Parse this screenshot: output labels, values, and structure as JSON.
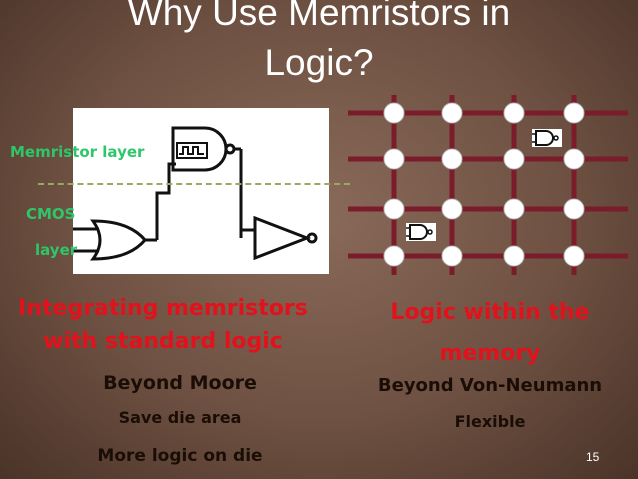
{
  "slide": {
    "title_line1": "Why Use Memristors in",
    "title_line2": "Logic?",
    "page_number": "15"
  },
  "left_diagram": {
    "memristor_label": "Memristor layer",
    "cmos_label_line1": "CMOS",
    "cmos_label_line2": "layer"
  },
  "left_column": {
    "heading_line1": "Integrating memristors",
    "heading_line2": "with standard logic",
    "points": [
      "Beyond Moore",
      "Save die area",
      "More logic on die"
    ]
  },
  "right_column": {
    "heading_line1": "Logic within the",
    "heading_line2": "memory",
    "points": [
      "Beyond Von-Neumann",
      "Flexible"
    ]
  },
  "colors": {
    "heading": "#e2121c",
    "label": "#2fc66a",
    "body_text": "#1a0d06",
    "grid_line": "#7b1c2a"
  }
}
